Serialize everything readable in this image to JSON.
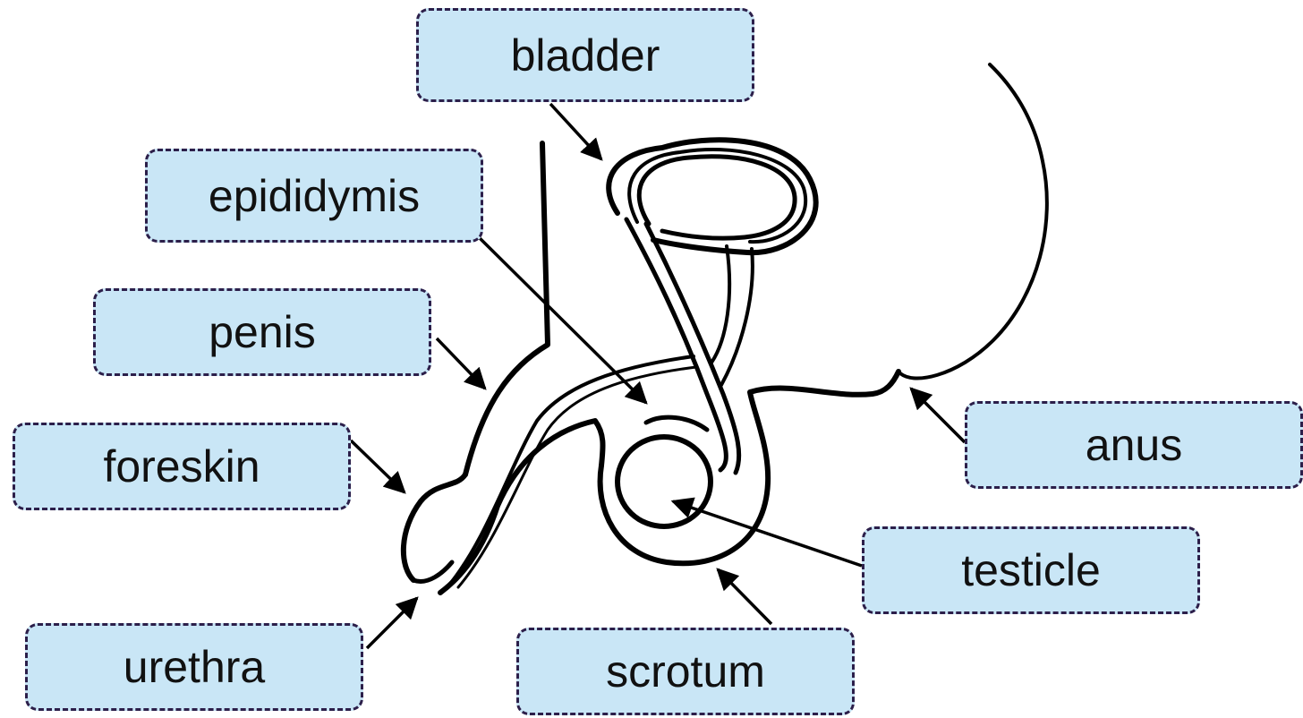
{
  "labels": {
    "bladder": "bladder",
    "epididymis": "epididymis",
    "penis": "penis",
    "foreskin": "foreskin",
    "urethra": "urethra",
    "scrotum": "scrotum",
    "testicle": "testicle",
    "anus": "anus"
  },
  "colors": {
    "label_fill": "#c9e6f6",
    "label_border": "#2c1f4a",
    "outline": "#000000"
  }
}
